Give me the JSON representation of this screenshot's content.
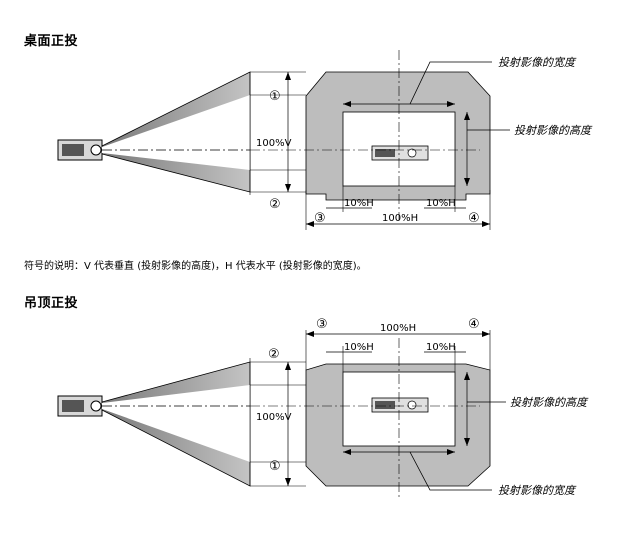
{
  "section_desk": {
    "title": "桌面正投",
    "callout_width": "投射影像的宽度",
    "callout_height": "投射影像的高度",
    "label_v": "100%V",
    "label_h": "100%H",
    "label_h_left": "10%H",
    "label_h_right": "10%H",
    "marker_1": "①",
    "marker_2": "②",
    "marker_3": "③",
    "marker_4": "④"
  },
  "legend_note": "符号的说明：V 代表垂直 (投射影像的高度)，H 代表水平 (投射影像的宽度)。",
  "section_ceiling": {
    "title": "吊顶正投",
    "callout_width": "投射影像的宽度",
    "callout_height": "投射影像的高度",
    "label_v": "100%V",
    "label_h": "100%H",
    "label_h_left": "10%H",
    "label_h_right": "10%H",
    "marker_1": "①",
    "marker_2": "②",
    "marker_3": "③",
    "marker_4": "④"
  },
  "colors": {
    "gray_fill": "#bdbdbd",
    "beam_dark": "#8c8c8c",
    "line": "#000000"
  }
}
